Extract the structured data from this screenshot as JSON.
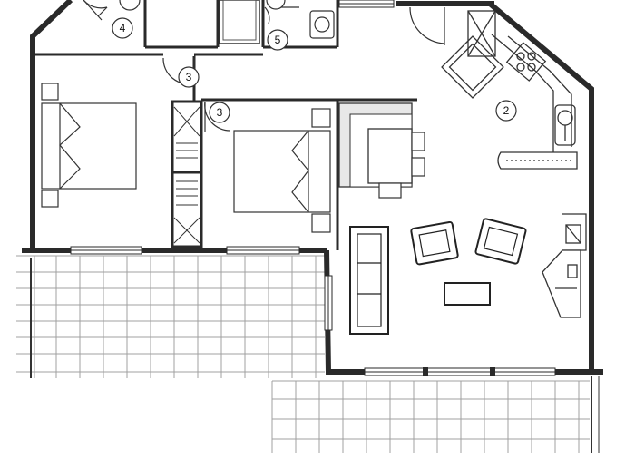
{
  "floorplan": {
    "room_markers": [
      {
        "id": "marker-2",
        "label": "2"
      },
      {
        "id": "marker-3a",
        "label": "3"
      },
      {
        "id": "marker-3b",
        "label": "3"
      },
      {
        "id": "marker-4",
        "label": "4"
      },
      {
        "id": "marker-5",
        "label": "5"
      },
      {
        "id": "marker-top-left",
        "label": ""
      },
      {
        "id": "marker-top-mid",
        "label": ""
      }
    ],
    "colors": {
      "wall": "#2a2a2a",
      "line": "#333333",
      "tile_line": "#9a9a9a",
      "background": "#ffffff"
    }
  }
}
